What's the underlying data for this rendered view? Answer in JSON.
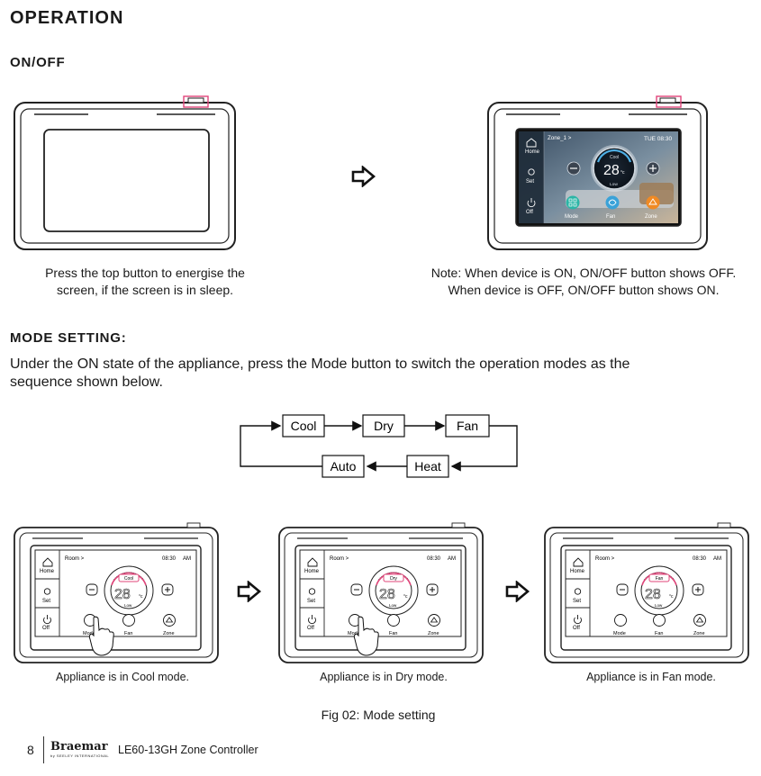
{
  "heading": "OPERATION",
  "onoff": {
    "title": "ON/OFF",
    "caption_left": [
      "Press the top button to energise the",
      "screen, if the screen is in sleep."
    ],
    "caption_right": [
      "Note: When device is ON, ON/OFF button shows OFF.",
      "When device is OFF, ON/OFF button shows ON."
    ]
  },
  "screen_large": {
    "zone": "Zone_1 >",
    "time": "TUE 08:30",
    "home": "Home",
    "set": "Set",
    "off": "Off",
    "mode_text": "Cool",
    "temp": "28",
    "unit": "°c",
    "fan_level": "Low",
    "btn_mode": "Mode",
    "btn_fan": "Fan",
    "btn_zone": "Zone"
  },
  "mode_setting": {
    "title": "MODE SETTING:",
    "description": [
      "Under the ON state of the appliance, press the Mode button to switch the operation modes as the",
      "sequence shown below."
    ],
    "sequence": {
      "cool": "Cool",
      "dry": "Dry",
      "fan": "Fan",
      "heat": "Heat",
      "auto": "Auto"
    }
  },
  "devices": [
    {
      "mode": "Cool",
      "caption": "Appliance is in Cool mode."
    },
    {
      "mode": "Dry",
      "caption": "Appliance is in Dry mode."
    },
    {
      "mode": "Fan",
      "caption": "Appliance is in Fan mode."
    }
  ],
  "device_screen": {
    "room": "Room >",
    "time": "08:30",
    "ampm": "AM",
    "home": "Home",
    "set": "Set",
    "off": "Off",
    "temp": "28",
    "unit": "°c",
    "fan_level": "Low",
    "btn_mode": "Mode",
    "btn_fan": "Fan",
    "btn_zone": "Zone"
  },
  "figure_caption": "Fig 02: Mode setting",
  "footer": {
    "page": "8",
    "brand": "Braemar",
    "brand_sub": "by SEELEY INTERNATIONAL",
    "doc_title": "LE60-13GH Zone Controller"
  },
  "colors": {
    "button_highlight": "#e0457a",
    "zone_orange": "#f08a24",
    "mode_teal": "#2bb5a6",
    "fan_blue": "#3aa2d8"
  }
}
